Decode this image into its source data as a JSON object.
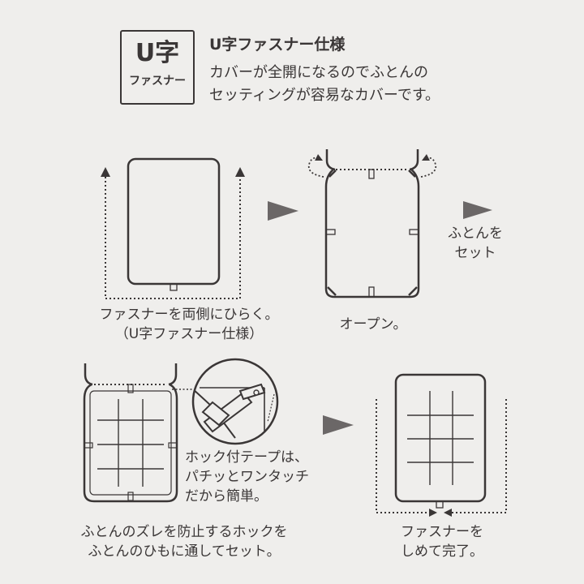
{
  "header": {
    "badge_main": "U字",
    "badge_sub": "ファスナー",
    "title": "U字ファスナー仕様",
    "description": "カバーが全開になるのでふとんの\nセッティングが容易なカバーです。"
  },
  "steps": {
    "step1_caption": "ファスナーを両側にひらく。\n（U字ファスナー仕様）",
    "step2_caption": "オープン。",
    "step3_caption": "ふとんを\nセット",
    "step4_caption": "ふとんのズレを防止するホックを\nふとんのひもに通してセット。",
    "step4_note": "ホック付テープは、\nパチッとワンタッチ\nだから簡単。",
    "step5_caption": "ファスナーを\nしめて完了。"
  },
  "colors": {
    "background": "#efeeec",
    "line": "#3a3636",
    "arrow": "#6b6767"
  }
}
